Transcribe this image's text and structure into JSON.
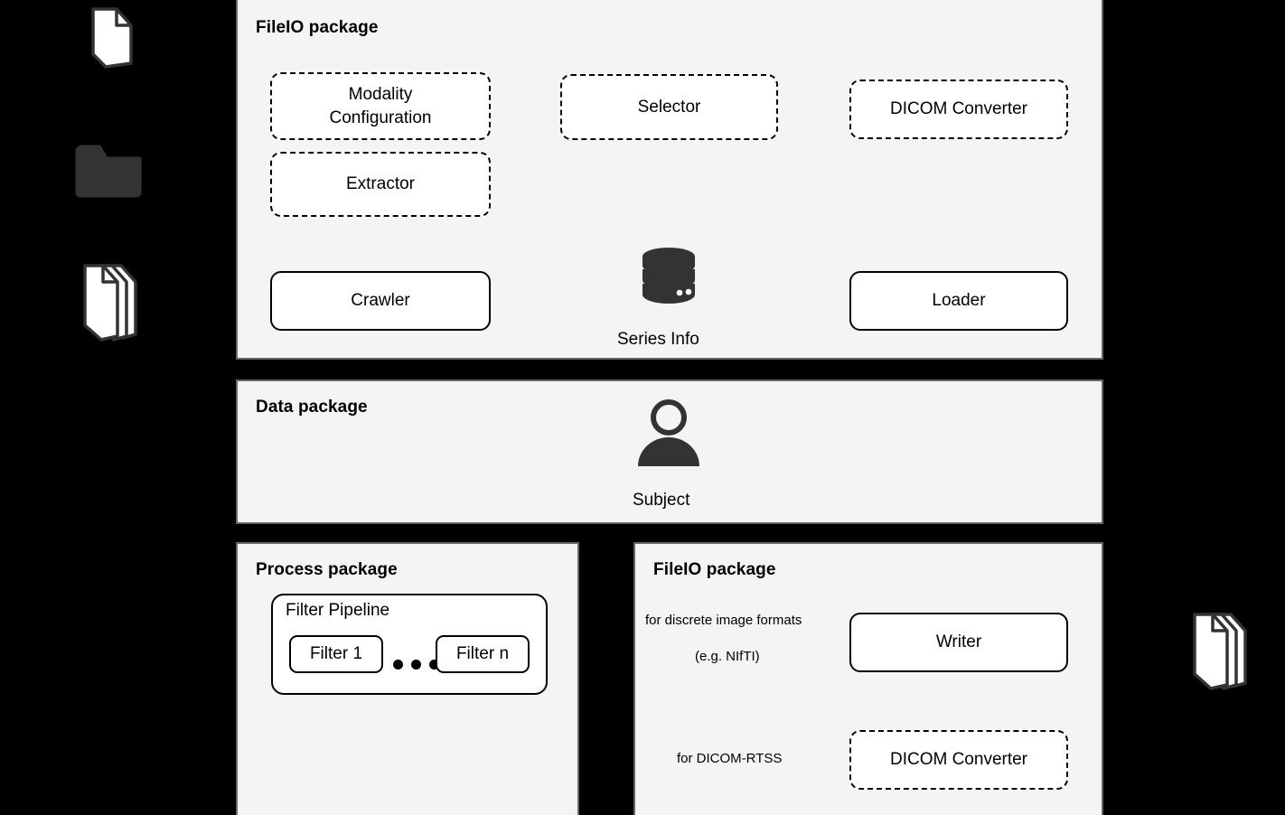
{
  "diagram": {
    "title": "Medical image processing pipeline package diagram",
    "background_color": "#000000",
    "panel_fill": "#f4f4f4",
    "node_fill": "#ffffff",
    "stroke_color": "#000000",
    "icon_color": "#333333"
  },
  "packages": [
    {
      "id": "fileio-top",
      "title": "FileIO package"
    },
    {
      "id": "data",
      "title": "Data package"
    },
    {
      "id": "process",
      "title": "Process package"
    },
    {
      "id": "fileio-bottom",
      "title": "FileIO package"
    }
  ],
  "nodes": {
    "modality_configuration": {
      "label": "Modality\nConfiguration",
      "line1": "Modality",
      "line2": "Configuration",
      "style": "dashed"
    },
    "extractor": {
      "label": "Extractor",
      "style": "dashed"
    },
    "selector": {
      "label": "Selector",
      "style": "dashed"
    },
    "dicom_converter_top": {
      "label": "DICOM Converter",
      "style": "dashed"
    },
    "crawler": {
      "label": "Crawler",
      "style": "solid"
    },
    "loader": {
      "label": "Loader",
      "style": "solid"
    },
    "series_info": {
      "label": "Series Info",
      "style": "database-icon"
    },
    "subject": {
      "label": "Subject",
      "style": "person-icon"
    },
    "filter_pipeline": {
      "label": "Filter Pipeline",
      "style": "solid"
    },
    "filter_first": {
      "label": "Filter 1",
      "style": "solid"
    },
    "filter_last": {
      "label": "Filter n",
      "style": "solid"
    },
    "writer": {
      "label": "Writer",
      "style": "solid"
    },
    "dicom_converter_bottom": {
      "label": "DICOM Converter",
      "style": "dashed"
    }
  },
  "edge_labels": {
    "discrete_formats": "for discrete image formats",
    "discrete_example": "(e.g. NIfTI)",
    "dicom_rtss": "for DICOM-RTSS"
  },
  "external_icons": [
    {
      "name": "file-icon",
      "position": "left-top"
    },
    {
      "name": "folder-icon",
      "position": "left-middle"
    },
    {
      "name": "file-stack-icon",
      "position": "left-bottom"
    },
    {
      "name": "file-stack-icon",
      "position": "right-bottom"
    }
  ]
}
